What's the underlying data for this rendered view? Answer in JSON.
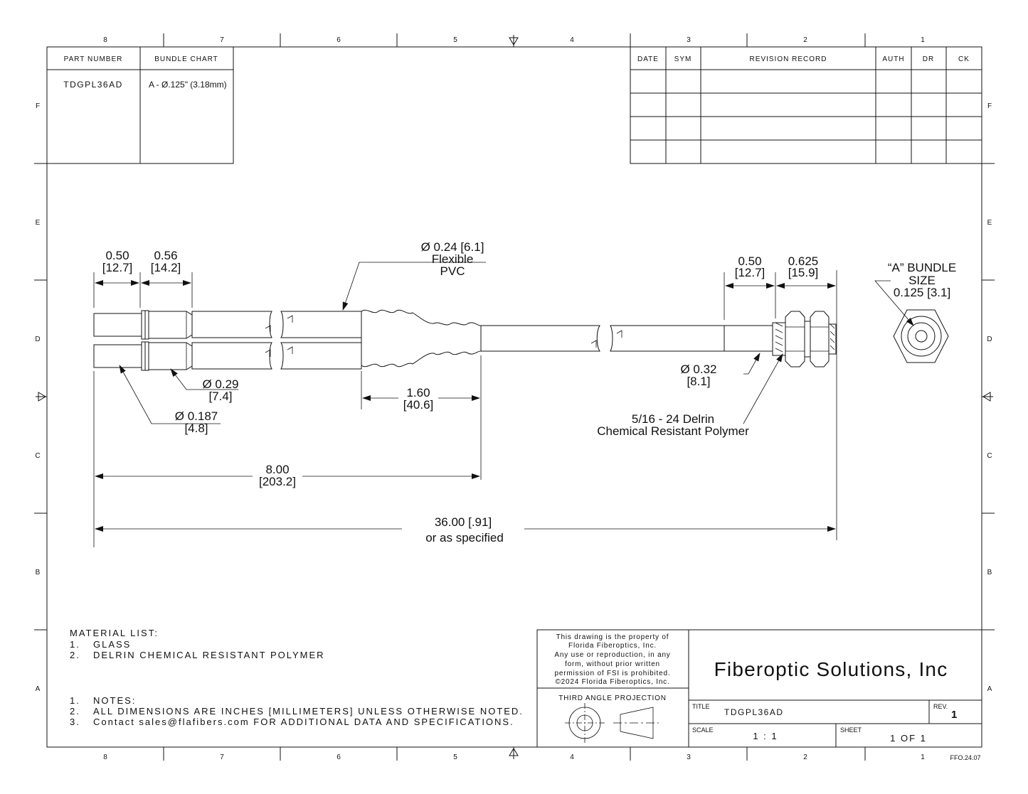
{
  "zones": {
    "columns": [
      "8",
      "7",
      "6",
      "5",
      "4",
      "3",
      "2",
      "1"
    ],
    "rows": [
      "F",
      "E",
      "D",
      "C",
      "B",
      "A"
    ]
  },
  "part_table": {
    "header_part": "PART NUMBER",
    "header_bundle": "BUNDLE CHART",
    "part_value": "TDGPL36AD",
    "bundle_value": "A - Ø.125\" (3.18mm)"
  },
  "revision_table": {
    "headers": [
      "DATE",
      "SYM",
      "REVISION RECORD",
      "AUTH",
      "DR",
      "CK"
    ]
  },
  "dimensions": {
    "d1": "0.50",
    "d1_mm": "[12.7]",
    "d2": "0.56",
    "d2_mm": "[14.2]",
    "pvc_dia": "Ø 0.24 [6.1]",
    "pvc_l1": "Flexible",
    "pvc_l2": "PVC",
    "d3": "0.50",
    "d3_mm": "[12.7]",
    "d4": "0.625",
    "d4_mm": "[15.9]",
    "bundle_l1": "“A” BUNDLE",
    "bundle_l2": "SIZE",
    "bundle_l3": "0.125 [3.1]",
    "dia029": "Ø 0.29",
    "dia029_mm": "[7.4]",
    "dia0187": "Ø 0.187",
    "dia0187_mm": "[4.8]",
    "len160": "1.60",
    "len160_mm": "[40.6]",
    "dia032": "Ø 0.32",
    "dia032_mm": "[8.1]",
    "delrin_l1": "5/16 - 24 Delrin",
    "delrin_l2": "Chemical Resistant Polymer",
    "len800": "8.00",
    "len800_mm": "[203.2]",
    "len3600": "36.00 [.91]",
    "len3600_l2": "or as specified"
  },
  "material_list": {
    "title": "MATERIAL LIST:",
    "items": [
      {
        "num": "1.",
        "text": "GLASS"
      },
      {
        "num": "2.",
        "text": "DELRIN CHEMICAL RESISTANT POLYMER"
      }
    ]
  },
  "notes": {
    "items": [
      {
        "num": "1.",
        "text": "NOTES:"
      },
      {
        "num": "2.",
        "text": "ALL DIMENSIONS ARE INCHES [MILLIMETERS] UNLESS OTHERWISE NOTED."
      },
      {
        "num": "3.",
        "text": "Contact sales@flafibers.com FOR ADDITIONAL DATA AND SPECIFICATIONS."
      }
    ]
  },
  "title_block": {
    "disclaimer": [
      "This drawing is the property of",
      "Florida Fiberoptics, Inc.",
      "Any use or reproduction, in any",
      "form, without prior written",
      "permission of FSI is prohibited.",
      "©2024 Florida Fiberoptics, Inc."
    ],
    "projection_label": "THIRD ANGLE PROJECTION",
    "company": "Fiberoptic Solutions, Inc",
    "title_label": "TITLE",
    "title_value": "TDGPL36AD",
    "rev_label": "REV.",
    "rev_value": "1",
    "scale_label": "SCALE",
    "scale_value": "1 : 1",
    "sheet_label": "SHEET",
    "sheet_value": "1  OF 1",
    "form_code": "FFO.24.07"
  }
}
